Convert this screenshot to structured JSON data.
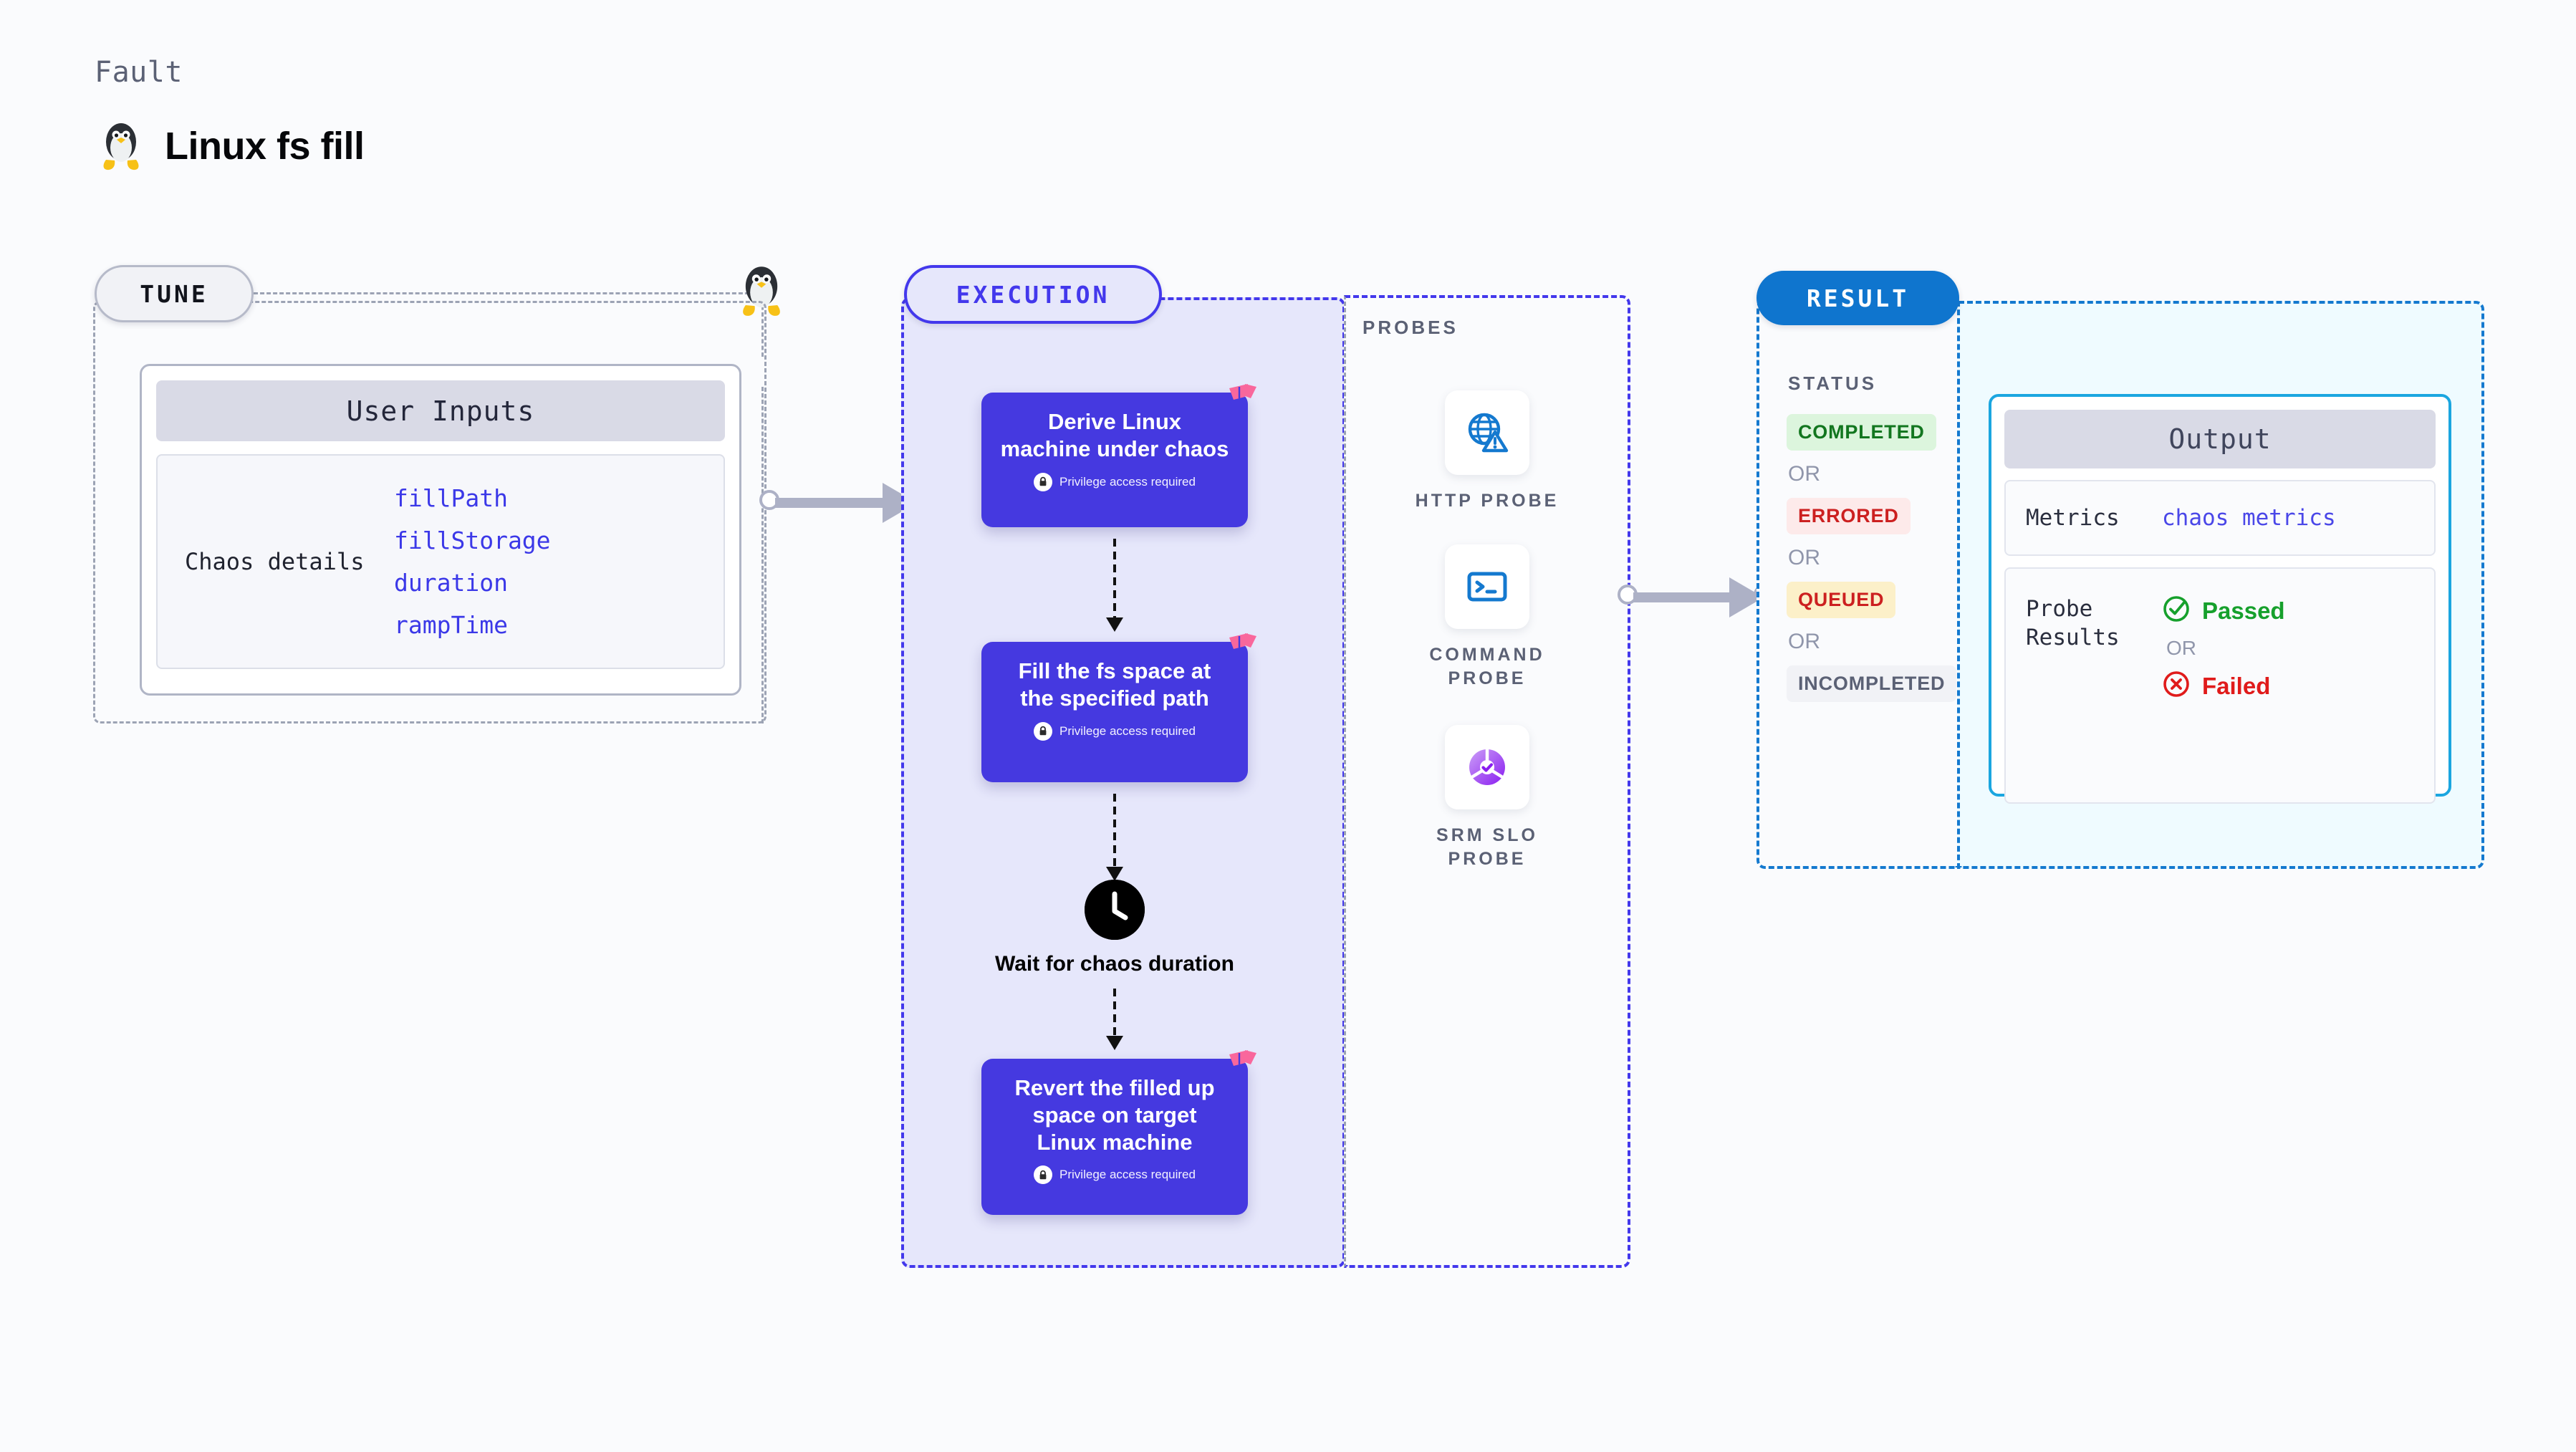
{
  "header": {
    "eyebrow": "Fault",
    "title": "Linux fs fill",
    "icon": "linux-penguin-icon"
  },
  "stages": {
    "tune": {
      "pill_label": "TUNE",
      "card_title": "User Inputs",
      "row_label": "Chaos details",
      "params": [
        "fillPath",
        "fillStorage",
        "duration",
        "rampTime"
      ]
    },
    "execution": {
      "pill_label": "EXECUTION",
      "steps": [
        {
          "title": "Derive Linux machine under chaos",
          "privilege": "Privilege access required",
          "flag": true
        },
        {
          "title": "Fill the fs space at the specified path",
          "privilege": "Privilege access required",
          "flag": true
        },
        {
          "title": "Revert the filled up space on target Linux machine",
          "privilege": "Privilege access required",
          "flag": true
        }
      ],
      "wait": {
        "icon": "clock-icon",
        "label": "Wait for chaos duration"
      }
    },
    "probes": {
      "title": "PROBES",
      "items": [
        {
          "label": "HTTP PROBE",
          "icon": "globe-warning-icon"
        },
        {
          "label": "COMMAND PROBE",
          "icon": "terminal-icon"
        },
        {
          "label": "SRM SLO PROBE",
          "icon": "slo-donut-check-icon"
        }
      ]
    },
    "result": {
      "pill_label": "RESULT",
      "status_title": "STATUS",
      "or_label": "OR",
      "statuses": [
        {
          "label": "COMPLETED",
          "color": "#12761f",
          "bg": "#dcf5dd"
        },
        {
          "label": "ERRORED",
          "color": "#cc2020",
          "bg": "#fdeaea"
        },
        {
          "label": "QUEUED",
          "color": "#cc2020",
          "bg": "#fcf0c9"
        },
        {
          "label": "INCOMPLETED",
          "color": "#5b6175",
          "bg": "#f1f2f6"
        }
      ]
    },
    "output": {
      "card_title": "Output",
      "metrics_key": "Metrics",
      "metrics_value": "chaos metrics",
      "probe_results_key": "Probe Results",
      "or_label": "OR",
      "passed_label": "Passed",
      "failed_label": "Failed",
      "passed_color": "#16a02c",
      "failed_color": "#e01b1b"
    }
  },
  "colors": {
    "execution_accent": "#4338ec",
    "execution_bg": "#e6e7fb",
    "result_accent": "#1479cf",
    "output_bg": "#effbff",
    "flag_pink": "#f9679c",
    "step_box": "#4539e0"
  }
}
